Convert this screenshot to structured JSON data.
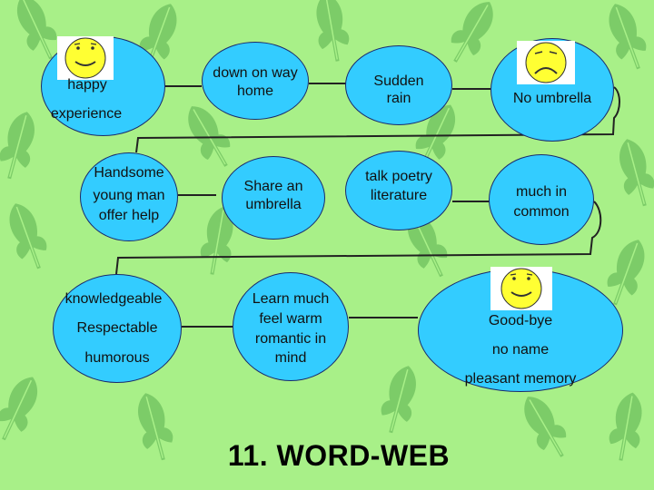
{
  "title": "11. WORD-WEB",
  "nodes": {
    "n1": {
      "lines": [
        "happy"
      ],
      "extra": "experience",
      "face": "smile"
    },
    "n2": {
      "lines": [
        "down on way",
        "home"
      ]
    },
    "n3": {
      "lines": [
        "Sudden",
        "rain"
      ]
    },
    "n4": {
      "lines": [
        "No umbrella"
      ],
      "face": "frown"
    },
    "n5": {
      "lines": [
        "Handsome",
        "young man",
        "offer help"
      ]
    },
    "n6": {
      "lines": [
        "Share an",
        "umbrella"
      ]
    },
    "n7": {
      "lines": [
        "talk poetry",
        "literature"
      ]
    },
    "n8": {
      "lines": [
        "much in",
        "common"
      ]
    },
    "n9": {
      "lines": [
        "knowledgeable",
        "Respectable",
        "humorous"
      ]
    },
    "n10": {
      "lines": [
        "Learn much",
        "feel warm",
        "romantic in",
        "mind"
      ]
    },
    "n11": {
      "lines": [
        "Good-bye",
        "no name"
      ],
      "extra": "pleasant memory",
      "face": "smile"
    }
  },
  "colors": {
    "background": "#a8f088",
    "ellipse_fill": "#33ccff",
    "ellipse_border": "#1a2a6c",
    "face_fill": "#ffff33",
    "leaf": "#78c864"
  }
}
